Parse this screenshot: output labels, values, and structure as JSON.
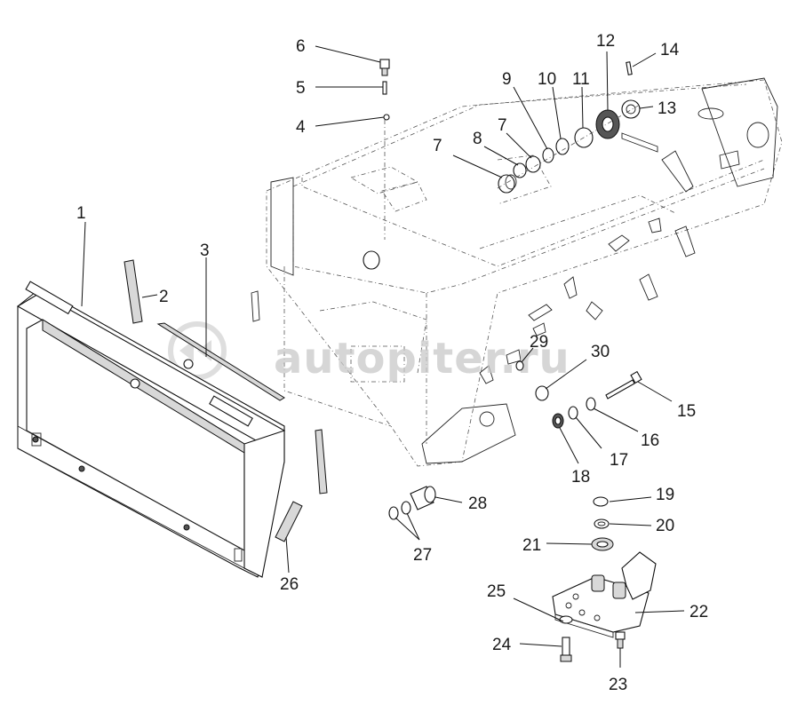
{
  "diagram": {
    "callouts": [
      "1",
      "2",
      "3",
      "4",
      "5",
      "6",
      "7",
      "7",
      "8",
      "9",
      "10",
      "11",
      "12",
      "13",
      "14",
      "15",
      "16",
      "17",
      "18",
      "19",
      "20",
      "21",
      "22",
      "23",
      "24",
      "25",
      "26",
      "27",
      "28",
      "29",
      "30"
    ]
  },
  "watermark": {
    "text": "autopiter.ru"
  }
}
